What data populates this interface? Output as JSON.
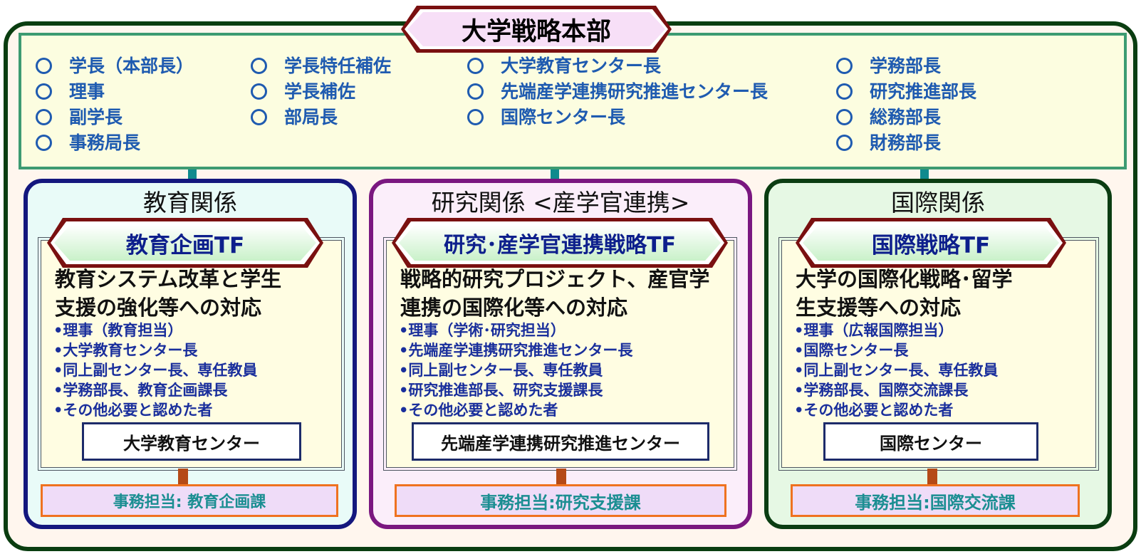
{
  "hq": {
    "title": "大学戦略本部",
    "members": [
      [
        "学長（本部長）",
        "理事",
        "副学長",
        "事務局長"
      ],
      [
        "学長特任補佐",
        "学長補佐",
        "部局長"
      ],
      [
        "大学教育センター長",
        "先端産学連携研究推進センター長",
        "国際センター長"
      ],
      [
        "学務部長",
        "研究推進部長",
        "総務部長",
        "財務部長"
      ]
    ]
  },
  "sections": [
    {
      "title": "教育関係",
      "tf": "教育企画TF",
      "heading": [
        "教育システム改革と学生",
        "支援の強化等への対応"
      ],
      "items": [
        "•理事（教育担当）",
        "•大学教育センター長",
        "•同上副センター長、専任教員",
        "•学務部長、教育企画課長",
        "•その他必要と認めた者"
      ],
      "center": "大学教育センター",
      "office": "事務担当:  教育企画課",
      "border_color": "#14177e",
      "bg_color": "#e9fbf8"
    },
    {
      "title": "研究関係 <産学官連携>",
      "tf": "研究･産学官連携戦略TF",
      "heading": [
        "戦略的研究プロジェクト、産官学",
        "連携の国際化等への対応"
      ],
      "items": [
        "•理事（学術･研究担当）",
        "•先端産学連携研究推進センター長",
        "•同上副センター長、専任教員",
        "•研究推進部長、研究支援課長",
        "•その他必要と認めた者"
      ],
      "center": "先端産学連携研究推進センター",
      "office": "事務担当:研究支援課",
      "border_color": "#7a1780",
      "bg_color": "#fbeefa"
    },
    {
      "title": "国際関係",
      "tf": "国際戦略TF",
      "heading": [
        "大学の国際化戦略･留学",
        "生支援等への対応"
      ],
      "items": [
        "•理事（広報国際担当）",
        "•国際センター長",
        "•同上副センター長、専任教員",
        "•学務部長、国際交流課長",
        "•その他必要と認めた者"
      ],
      "center": "国際センター",
      "office": "事務担当:国際交流課",
      "border_color": "#0b3d12",
      "bg_color": "#e6f8e4"
    }
  ],
  "colors": {
    "outer_border": "#0a3d10",
    "octagon_border": "#7a1010",
    "member_text": "#1f5bb0",
    "item_text": "#1a2f9c",
    "office_border": "#ef7220",
    "office_text": "#1b8e92"
  }
}
